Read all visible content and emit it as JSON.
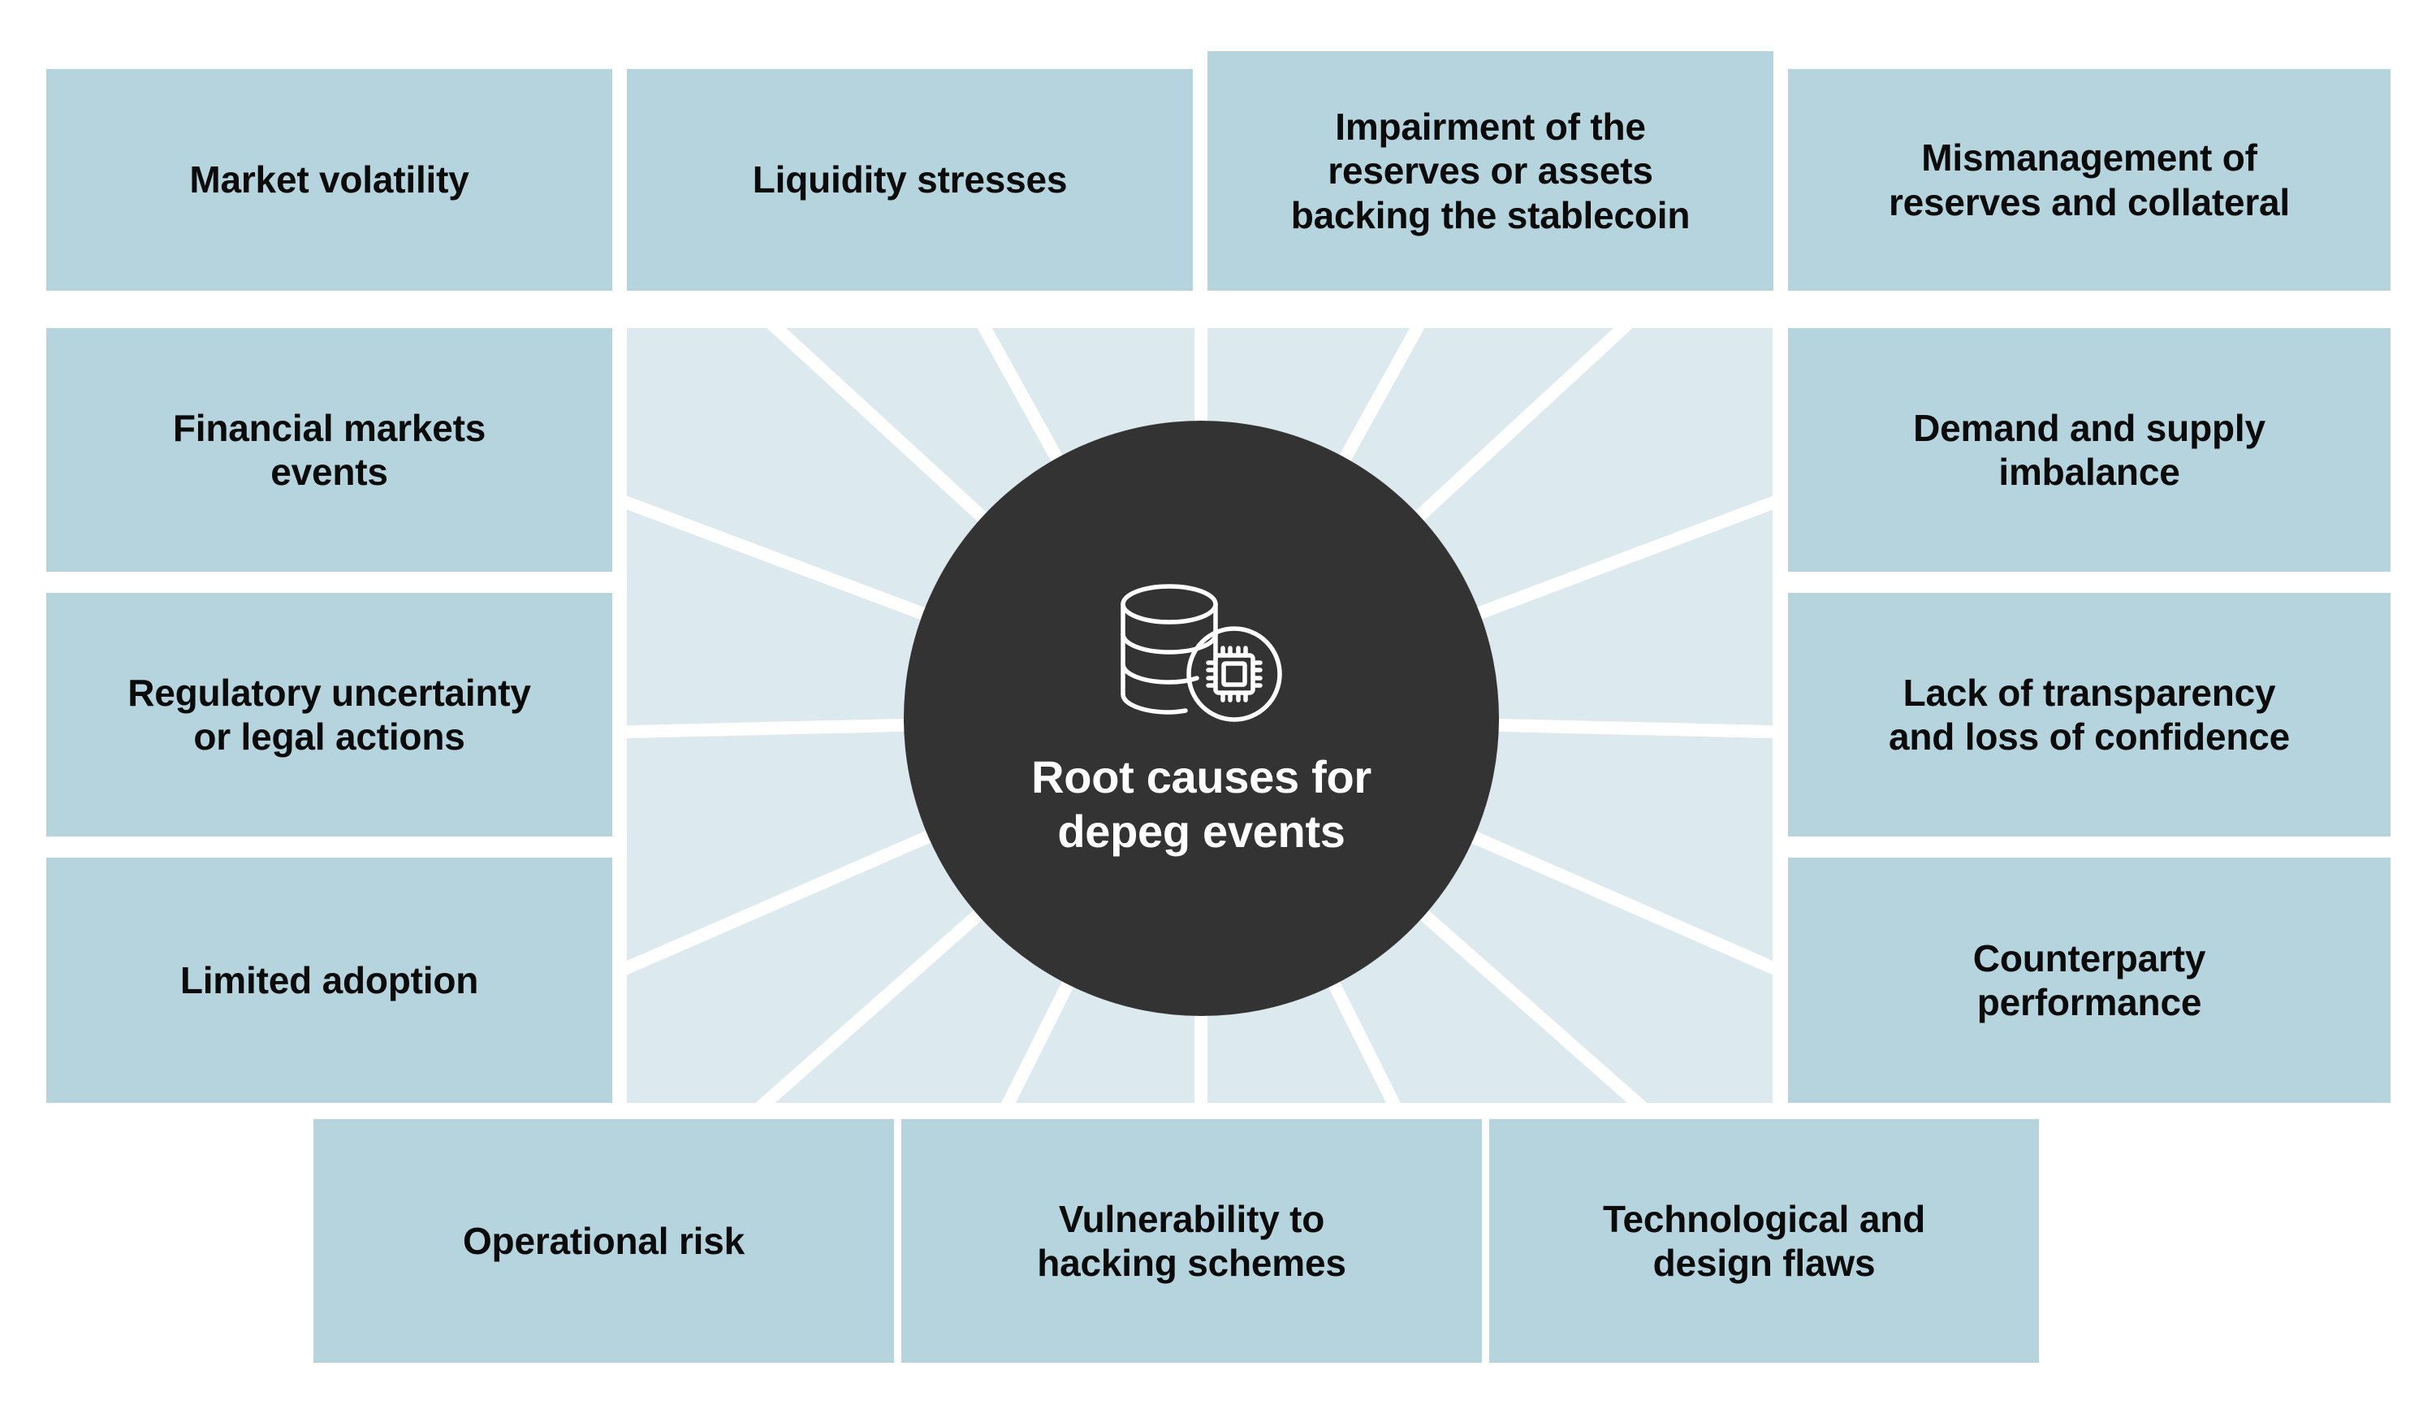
{
  "diagram": {
    "type": "hub-and-spoke",
    "center": {
      "label": "Root causes for\ndepeg events",
      "label_line1": "Root causes for",
      "label_line2": "depeg events",
      "icon": "database-chip-icon",
      "background_color": "#333333",
      "text_color": "#ffffff"
    },
    "panel_color": "#dce9ee",
    "node_color": "#b5d4de",
    "node_text_color": "#0b0b0b",
    "background_color": "#ffffff",
    "spoke_count": 11,
    "nodes": [
      {
        "id": "market-volatility",
        "label": "Market volatility",
        "group": "top",
        "lines": [
          "Market volatility"
        ]
      },
      {
        "id": "liquidity-stresses",
        "label": "Liquidity stresses",
        "group": "top",
        "lines": [
          "Liquidity stresses"
        ]
      },
      {
        "id": "impairment-of-reserves",
        "label": "Impairment of the reserves or assets backing the stablecoin",
        "group": "top",
        "lines": [
          "Impairment of the",
          "reserves or assets",
          "backing the stablecoin"
        ]
      },
      {
        "id": "mismanagement-of-reserves",
        "label": "Mismanagement of reserves and collateral",
        "group": "top",
        "lines": [
          "Mismanagement of",
          "reserves and collateral"
        ]
      },
      {
        "id": "financial-markets-events",
        "label": "Financial markets events",
        "group": "left",
        "lines": [
          "Financial markets",
          "events"
        ]
      },
      {
        "id": "regulatory-uncertainty",
        "label": "Regulatory uncertainty or legal actions",
        "group": "left",
        "lines": [
          "Regulatory uncertainty",
          "or legal actions"
        ]
      },
      {
        "id": "limited-adoption",
        "label": "Limited adoption",
        "group": "left",
        "lines": [
          "Limited adoption"
        ]
      },
      {
        "id": "demand-supply-imbalance",
        "label": "Demand and supply imbalance",
        "group": "right",
        "lines": [
          "Demand and supply",
          "imbalance"
        ]
      },
      {
        "id": "lack-of-transparency",
        "label": "Lack of transparency and loss of confidence",
        "group": "right",
        "lines": [
          "Lack of transparency",
          "and loss of confidence"
        ]
      },
      {
        "id": "counterparty-performance",
        "label": "Counterparty performance",
        "group": "right",
        "lines": [
          "Counterparty",
          "performance"
        ]
      },
      {
        "id": "operational-risk",
        "label": "Operational risk",
        "group": "bottom",
        "lines": [
          "Operational risk"
        ]
      },
      {
        "id": "vulnerability-hacking",
        "label": "Vulnerability to hacking schemes",
        "group": "bottom",
        "lines": [
          "Vulnerability to",
          "hacking schemes"
        ]
      },
      {
        "id": "technological-design-flaws",
        "label": "Technological and design flaws",
        "group": "bottom",
        "lines": [
          "Technological and",
          "design flaws"
        ]
      }
    ]
  }
}
